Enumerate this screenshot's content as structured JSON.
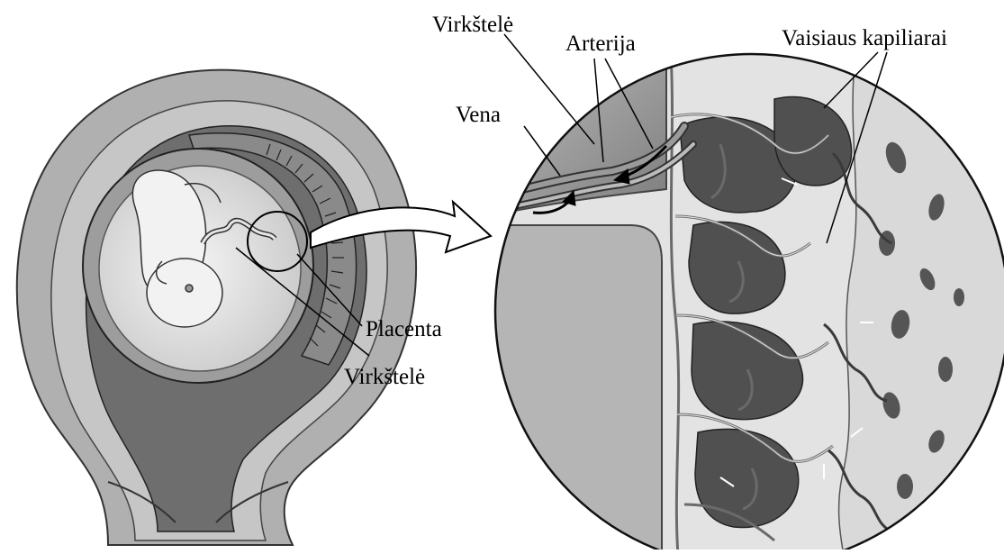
{
  "labels": {
    "virkstele_top": "Virkštelė",
    "arterija": "Arterija",
    "vaisiaus_kapiliarai": "Vaisiaus kapiliarai",
    "vena": "Vena",
    "placenta": "Placenta",
    "virkstele_bottom": "Virkštelė"
  },
  "colors": {
    "ink": "#000000",
    "uterus_wall": "#a9a9a9",
    "uterus_dark": "#555555",
    "amniotic": "#d4d4d4",
    "fetus": "#f2f2f2",
    "villi_dark": "#505050",
    "maternal_light": "#e3e3e3",
    "vessel": "#8c8c8c"
  },
  "icons": {
    "zoom_arrow": "curved-arrow-right",
    "flow_arrows": "blood-flow-arrow"
  }
}
